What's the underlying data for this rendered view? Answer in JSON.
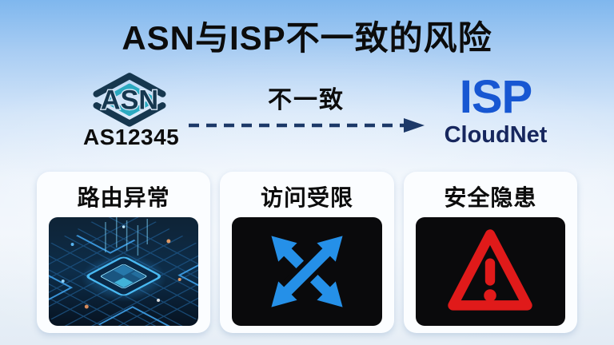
{
  "title": "ASN与ISP不一致的风险",
  "source": {
    "logo_text": "ASN",
    "identifier": "AS12345"
  },
  "relation": {
    "label": "不一致"
  },
  "target": {
    "logo_text": "ISP",
    "name": "CloudNet"
  },
  "cards": [
    {
      "title": "路由异常",
      "icon": "circuit-chip-image"
    },
    {
      "title": "访问受限",
      "icon": "crossed-arrows-icon"
    },
    {
      "title": "安全隐患",
      "icon": "warning-triangle-icon"
    }
  ],
  "colors": {
    "asn_navy": "#16374f",
    "asn_teal": "#2ba9c0",
    "arrow_navy": "#1c3968",
    "isp_blue": "#1757d2",
    "isp_name_navy": "#17275e",
    "crossed_arrows_blue": "#2590e8",
    "warning_red": "#e01a1a",
    "card_background": "#fbfdff",
    "media_black": "#0a0a0c"
  }
}
